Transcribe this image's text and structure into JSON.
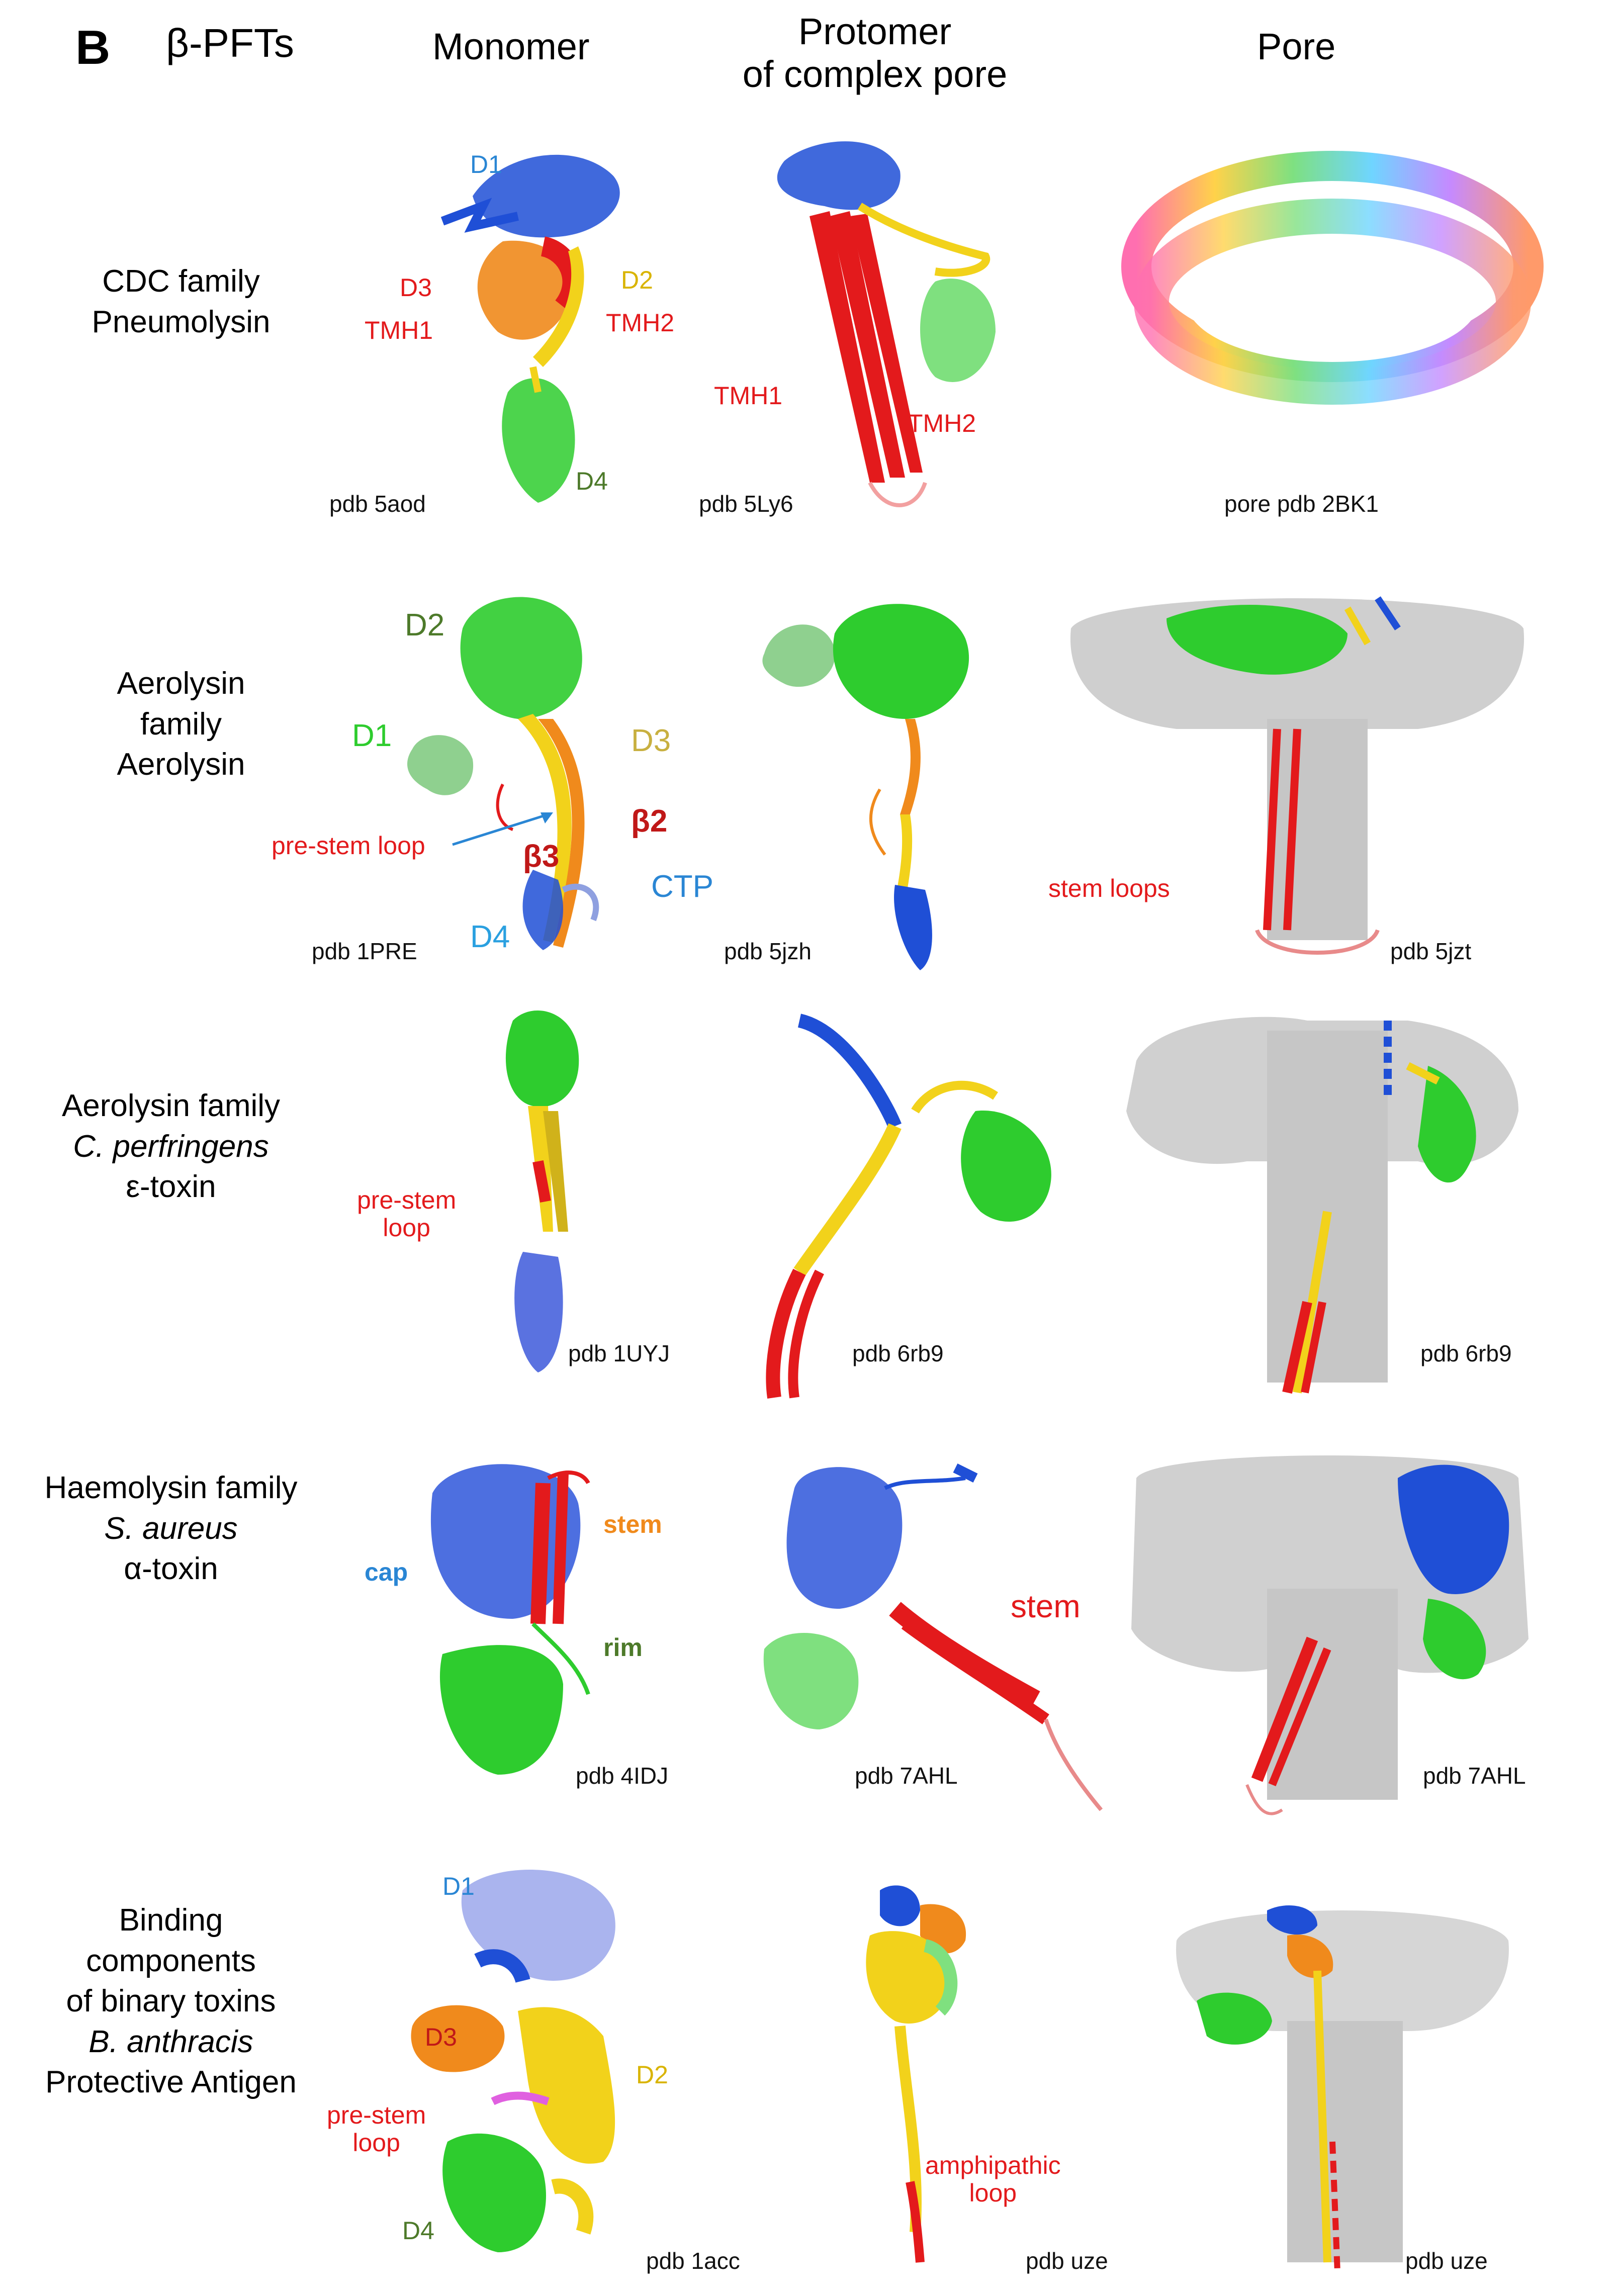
{
  "panel": {
    "letter": "B",
    "title": "β-PFTs"
  },
  "columns": {
    "monomer": "Monomer",
    "protomer_line1": "Protomer",
    "protomer_line2": "of complex pore",
    "pore": "Pore"
  },
  "colors": {
    "red": "#e31a1c",
    "blue": "#1f4fd6",
    "green": "#2ecc2e",
    "yellow": "#f2d21b",
    "orange": "#f08a1c",
    "gray": "#bdbdbd",
    "dark_green": "#4d7a2a",
    "light_blue": "#2a86d4"
  },
  "rows": [
    {
      "label": [
        "CDC family",
        "Pneumolysin"
      ],
      "monomer": {
        "pdb": "pdb 5aod",
        "annotations": {
          "d1": "D1",
          "d2": "D2",
          "d3": "D3",
          "d4": "D4",
          "tmh1": "TMH1",
          "tmh2": "TMH2"
        }
      },
      "protomer": {
        "pdb": "pdb 5Ly6",
        "annotations": {
          "tmh1": "TMH1",
          "tmh2": "TMH2"
        }
      },
      "pore": {
        "pdb": "pore pdb 2BK1"
      }
    },
    {
      "label": [
        "Aerolysin",
        "family",
        "Aerolysin"
      ],
      "monomer": {
        "pdb": "pdb 1PRE",
        "annotations": {
          "d1": "D1",
          "d2": "D2",
          "d3": "D3",
          "d4": "D4",
          "prestem": "pre-stem loop",
          "b2": "β2",
          "b3": "β3",
          "ctp": "CTP"
        }
      },
      "protomer": {
        "pdb": "pdb 5jzh"
      },
      "pore": {
        "pdb": "pdb 5jzt",
        "annotations": {
          "stem_loops": "stem loops"
        }
      }
    },
    {
      "label": [
        "Aerolysin family",
        "C. perfringens",
        "ε-toxin"
      ],
      "monomer": {
        "pdb": "pdb 1UYJ",
        "annotations": {
          "prestem1": "pre-stem",
          "prestem2": "loop"
        }
      },
      "protomer": {
        "pdb": "pdb 6rb9"
      },
      "pore": {
        "pdb": "pdb 6rb9"
      }
    },
    {
      "label": [
        "Haemolysin family",
        "S. aureus",
        "α-toxin"
      ],
      "monomer": {
        "pdb": "pdb 4IDJ",
        "annotations": {
          "cap": "cap",
          "stem": "stem",
          "rim": "rim"
        }
      },
      "protomer": {
        "pdb": "pdb 7AHL",
        "annotations": {
          "stem": "stem"
        }
      },
      "pore": {
        "pdb": "pdb 7AHL"
      }
    },
    {
      "label": [
        "Binding",
        "components",
        "of binary toxins",
        "B. anthracis",
        "Protective Antigen"
      ],
      "monomer": {
        "pdb": "pdb 1acc",
        "annotations": {
          "d1": "D1",
          "d2": "D2",
          "d3": "D3",
          "d4": "D4",
          "prestem1": "pre-stem",
          "prestem2": "loop"
        }
      },
      "protomer": {
        "pdb": "pdb uze",
        "annotations": {
          "amph1": "amphipathic",
          "amph2": "loop"
        }
      },
      "pore": {
        "pdb": "pdb uze"
      }
    }
  ]
}
